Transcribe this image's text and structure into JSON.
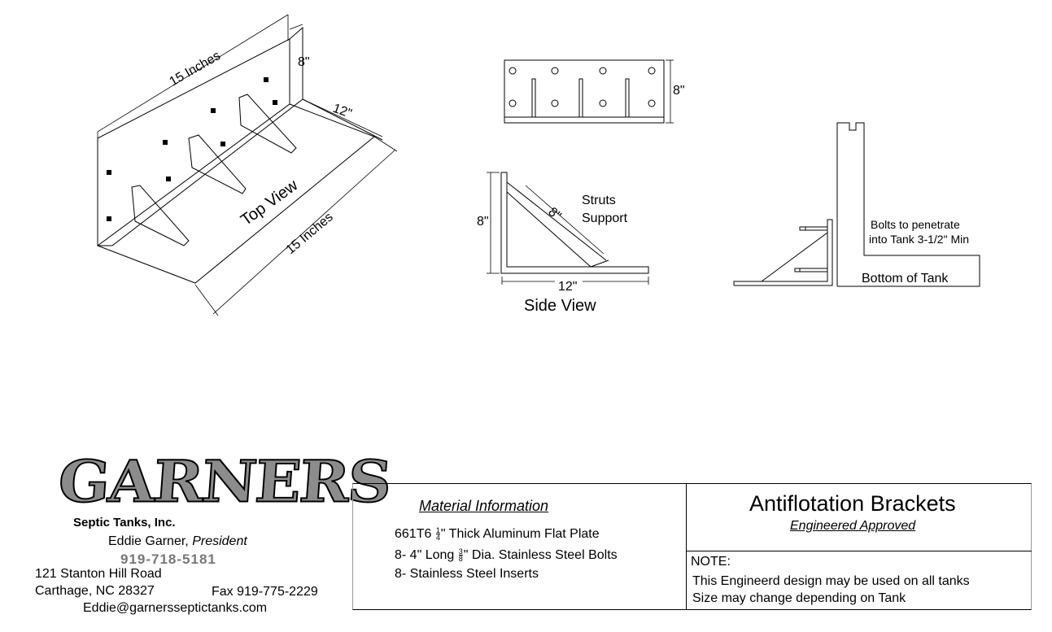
{
  "diagram": {
    "top_view": {
      "label": "Top View",
      "length_label_top": "15 Inches",
      "length_label_bottom": "15 Inches",
      "height_label": "8\"",
      "depth_label": "12\""
    },
    "front_view": {
      "height_label": "8\""
    },
    "side_view": {
      "label": "Side View",
      "height_label": "8\"",
      "strut_label": "8\"",
      "width_label": "12\"",
      "struts_text_1": "Struts",
      "struts_text_2": "Support"
    },
    "tank_view": {
      "bolts_text_1": "Bolts to penetrate",
      "bolts_text_2": "into Tank 3-1/2\" Min",
      "bottom_label": "Bottom of Tank"
    }
  },
  "company": {
    "logo_text": "GARNERS",
    "name": "Septic Tanks, Inc.",
    "president_name": "Eddie Garner,",
    "president_title": "President",
    "phone": "919-718-5181",
    "address_line1": "121 Stanton Hill Road",
    "address_line2": "Carthage, NC 28327",
    "fax": "Fax 919-775-2229",
    "email": "Eddie@garnersseptictanks.com"
  },
  "title_block": {
    "material_heading": "Material Information",
    "material_1_prefix": "661T6",
    "material_1_frac_num": "1",
    "material_1_frac_den": "4",
    "material_1_suffix": "\" Thick  Aluminum Flat Plate",
    "material_2_prefix": "8- 4\" Long",
    "material_2_frac_num": "3",
    "material_2_frac_den": "8",
    "material_2_suffix": "\" Dia. Stainless Steel Bolts",
    "material_3": "8- Stainless Steel Inserts",
    "title": "Antiflotation Brackets",
    "subtitle": "Engineered Approved",
    "note_heading": "NOTE:",
    "note_1": "This Engineerd design may be used on all tanks",
    "note_2": "Size may change depending on Tank"
  }
}
